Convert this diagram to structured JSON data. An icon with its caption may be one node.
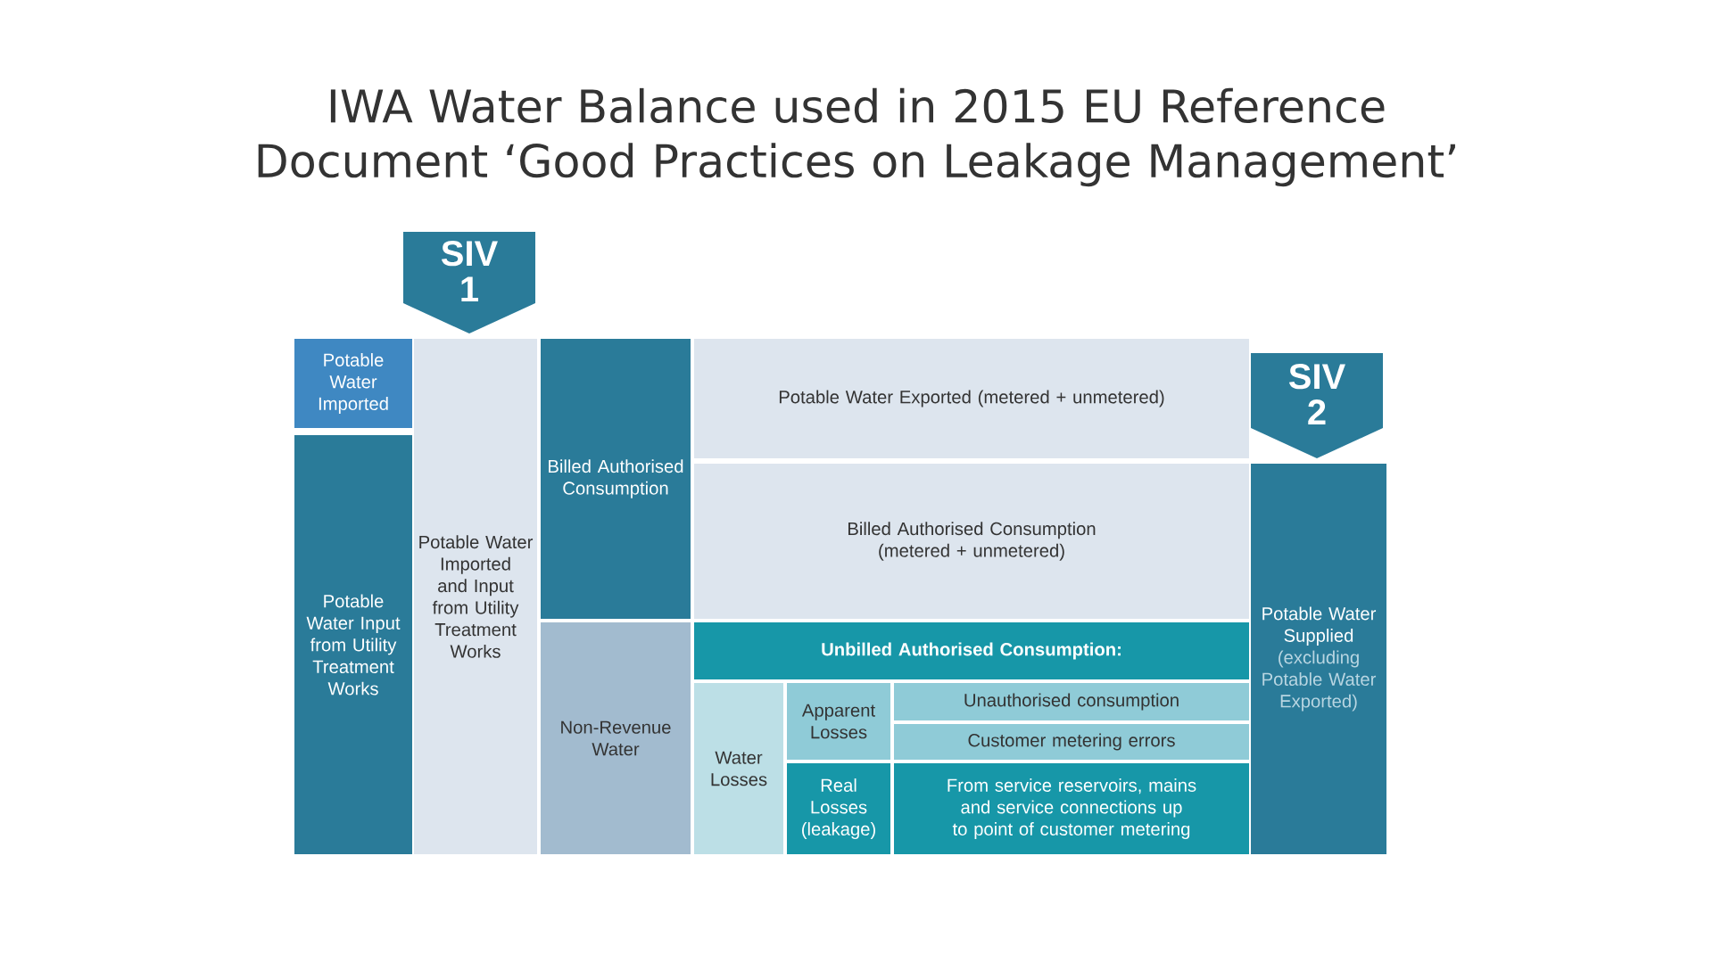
{
  "diagram": {
    "title": "IWA Water Balance used in 2015 EU Reference Document ‘Good Practices on Leakage Management’",
    "nodes": [
      {
        "text": [
          "SIV 1"
        ]
      },
      {
        "text": [
          "Potable Water Imported"
        ]
      },
      {
        "text": [
          "Potable Water Input from Utility Treatment Works"
        ]
      },
      {
        "text": [
          "Potable Water Imported and Input from Utility Treatment Works"
        ]
      },
      {
        "text": [
          "Billed Authorised Consumption"
        ]
      },
      {
        "text": [
          "Non-Revenue Water"
        ]
      },
      {
        "text": [
          "Potable Water Exported (metered + unmetered)"
        ]
      },
      {
        "text": [
          "Billed Authorised Consumption (metered + unmetered)"
        ]
      },
      {
        "text": [
          "Unbilled Authorised Consumption:"
        ]
      },
      {
        "text": [
          "Water Losses"
        ]
      },
      {
        "text": [
          "Apparent Losses"
        ]
      },
      {
        "text": [
          "Unauthorised consumption"
        ]
      },
      {
        "text": [
          "Customer metering errors"
        ]
      },
      {
        "text": [
          "Real Losses (leakage)"
        ]
      },
      {
        "text": [
          "From service reservoirs, mains and service connections up to point of customer metering"
        ]
      },
      {
        "text": [
          "SIV 2"
        ]
      },
      {
        "text": [
          "Potable Water Supplied",
          "(excluding Potable Water Exported)"
        ]
      }
    ]
  }
}
